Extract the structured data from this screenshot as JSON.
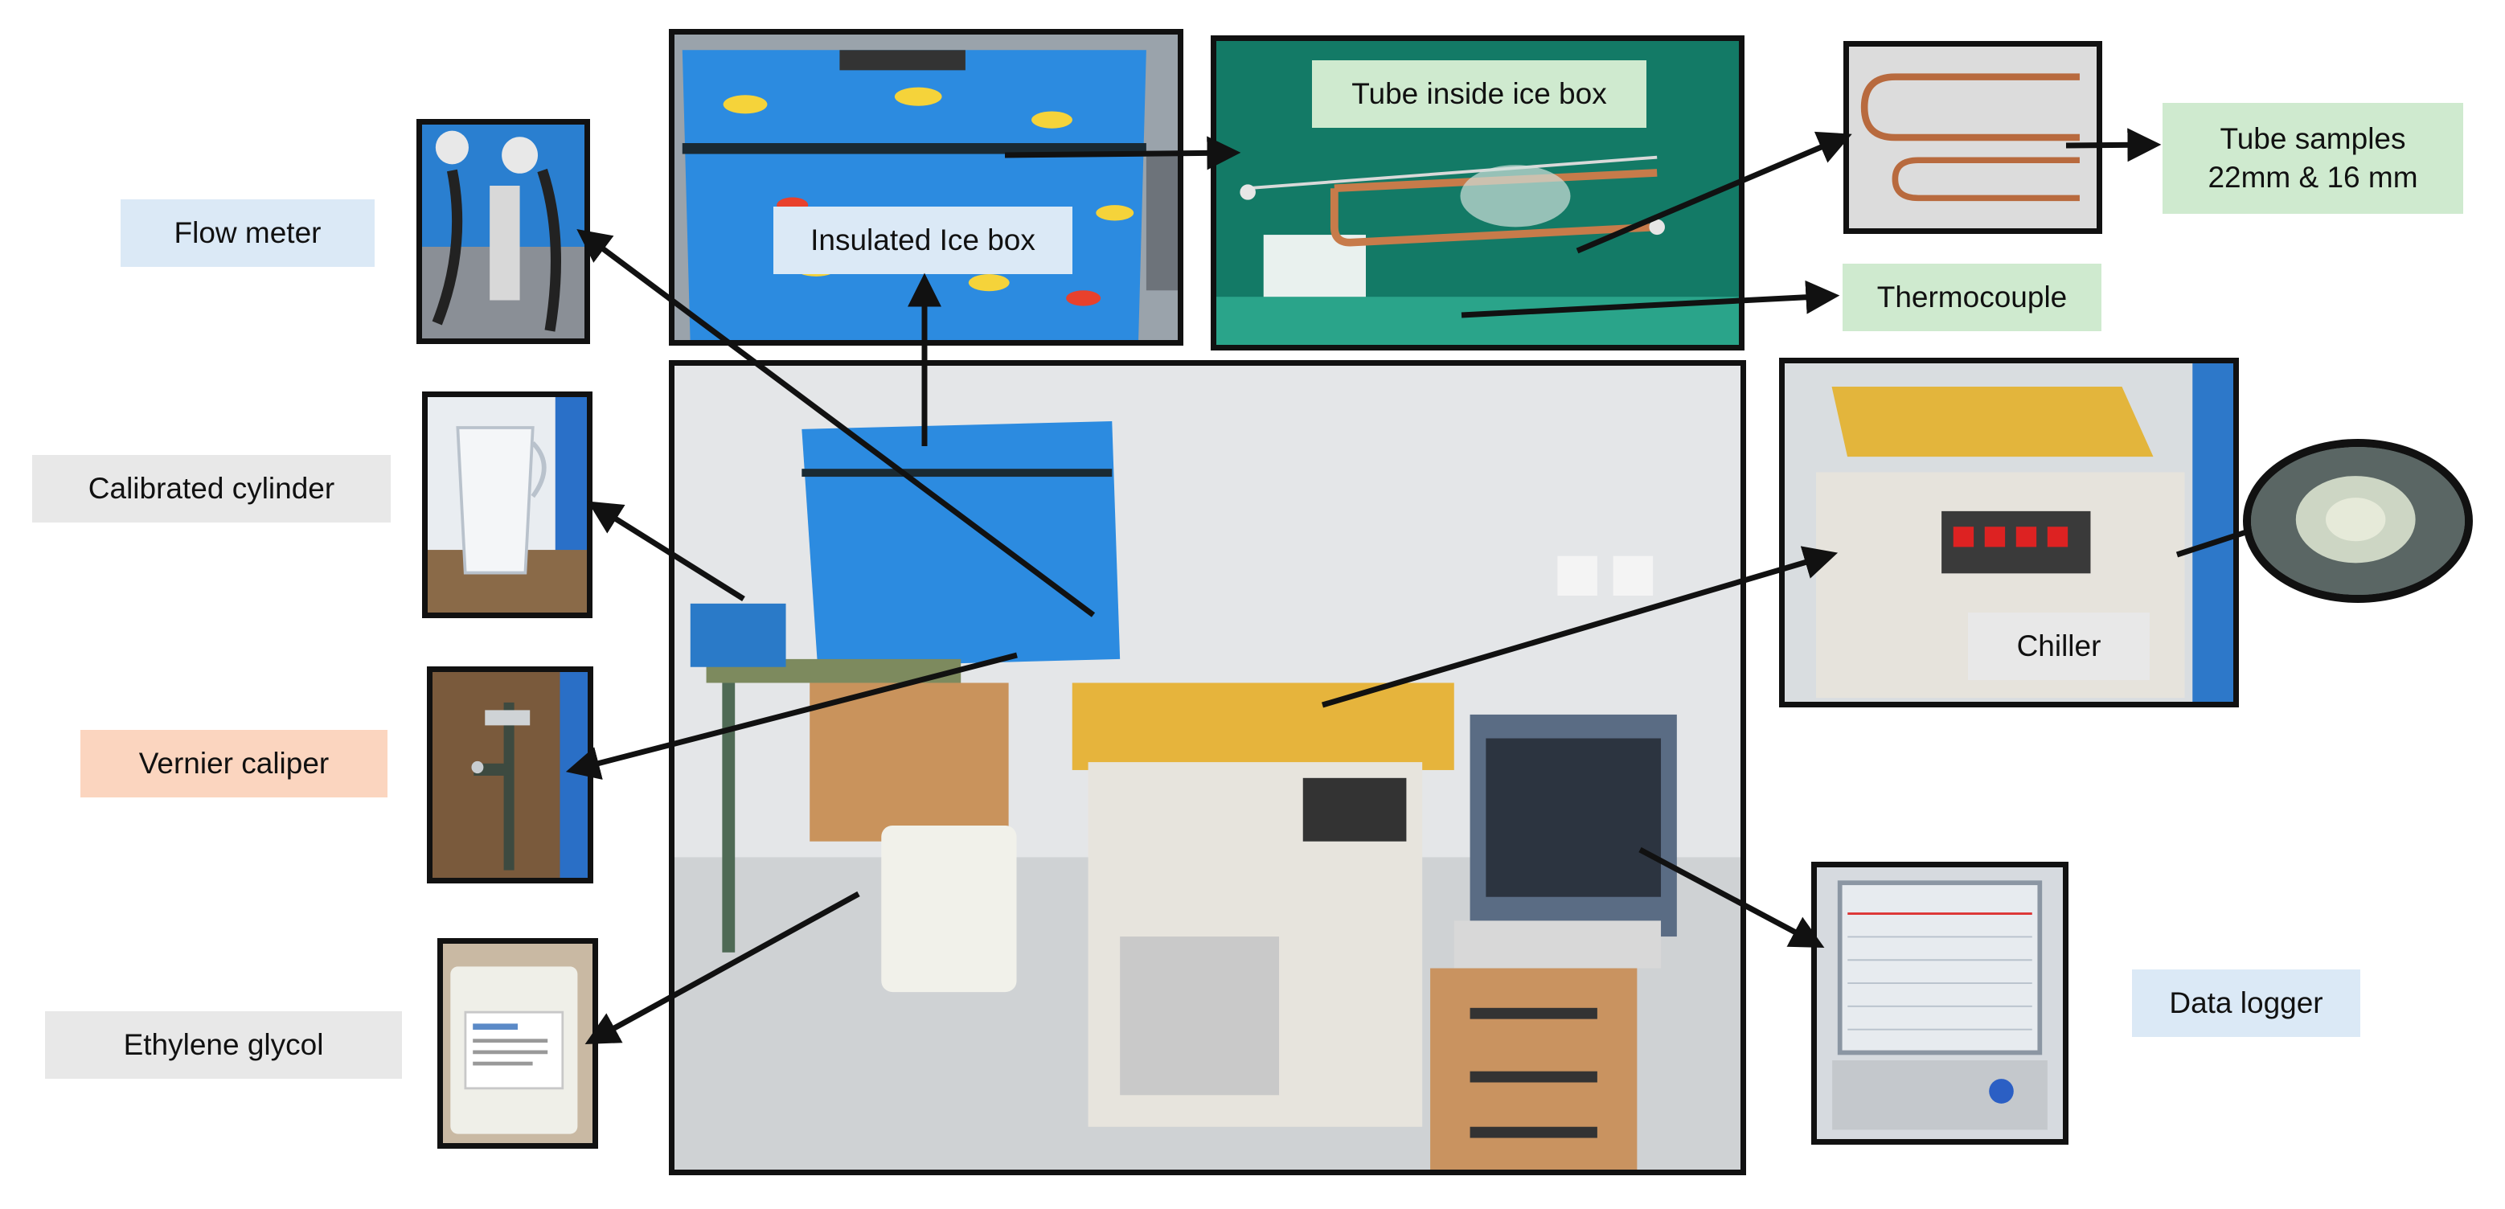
{
  "labels": {
    "flow_meter": "Flow meter",
    "calibrated_cylinder": "Calibrated cylinder",
    "vernier_caliper": "Vernier caliper",
    "ethylene_glycol": "Ethylene glycol",
    "insulated_ice_box": "Insulated Ice box",
    "tube_inside_ice_box": "Tube inside ice box",
    "tube_samples": "Tube samples\n22mm & 16 mm",
    "thermocouple": "Thermocouple",
    "chiller": "Chiller",
    "data_logger": "Data logger"
  },
  "colors": {
    "label_blue": "#dbe9f6",
    "label_gray": "#e8e8e8",
    "label_green": "#cfeacf",
    "label_orange": "#fbd5bf",
    "arrow": "#111111"
  }
}
